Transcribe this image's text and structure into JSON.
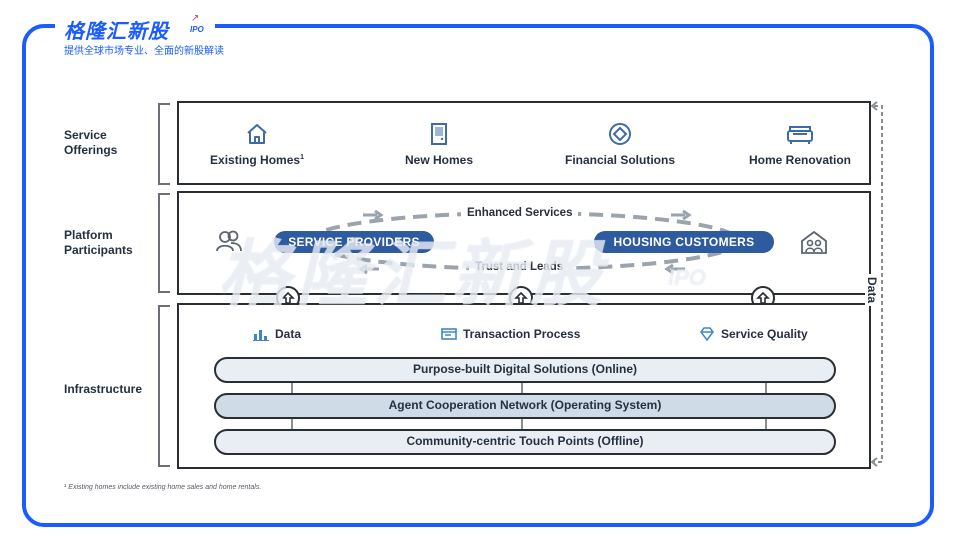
{
  "brand": {
    "name": "格隆汇新股",
    "ipo_tag": "IPO",
    "tagline": "提供全球市场专业、全面的新股解读"
  },
  "rows": {
    "services_label": "Service\nOfferings",
    "platform_label": "Platform\nParticipants",
    "infra_label": "Infrastructure"
  },
  "services": [
    {
      "label": "Existing Homes",
      "sup": "1",
      "icon": "house-icon"
    },
    {
      "label": "New Homes",
      "sup": "",
      "icon": "door-icon"
    },
    {
      "label": "Financial Solutions",
      "sup": "",
      "icon": "diamond-coin-icon"
    },
    {
      "label": "Home Renovation",
      "sup": "",
      "icon": "sofa-icon"
    }
  ],
  "platform": {
    "top_flow": "Enhanced Services",
    "bottom_flow": "Trust and Leads",
    "left_pill": "SERVICE PROVIDERS",
    "right_pill": "HOUSING CUSTOMERS"
  },
  "infra": {
    "heads": [
      {
        "label": "Data",
        "icon": "bar-chart-icon"
      },
      {
        "label": "Transaction Process",
        "icon": "window-icon"
      },
      {
        "label": "Service Quality",
        "icon": "diamond-icon"
      }
    ],
    "rails": [
      "Purpose-built Digital Solutions (Online)",
      "Agent Cooperation Network (Operating System)",
      "Community-centric Touch Points (Offline)"
    ]
  },
  "side_axis": "Data",
  "footnote": "¹ Existing homes include existing home sales and home rentals.",
  "watermark": {
    "text": "格隆汇新股",
    "ipo": "IPO"
  },
  "colors": {
    "frame": "#1a5cff",
    "pill": "#2e5aa0",
    "rail_light": "#e8eef4",
    "rail_mid": "#cfdbe6"
  }
}
